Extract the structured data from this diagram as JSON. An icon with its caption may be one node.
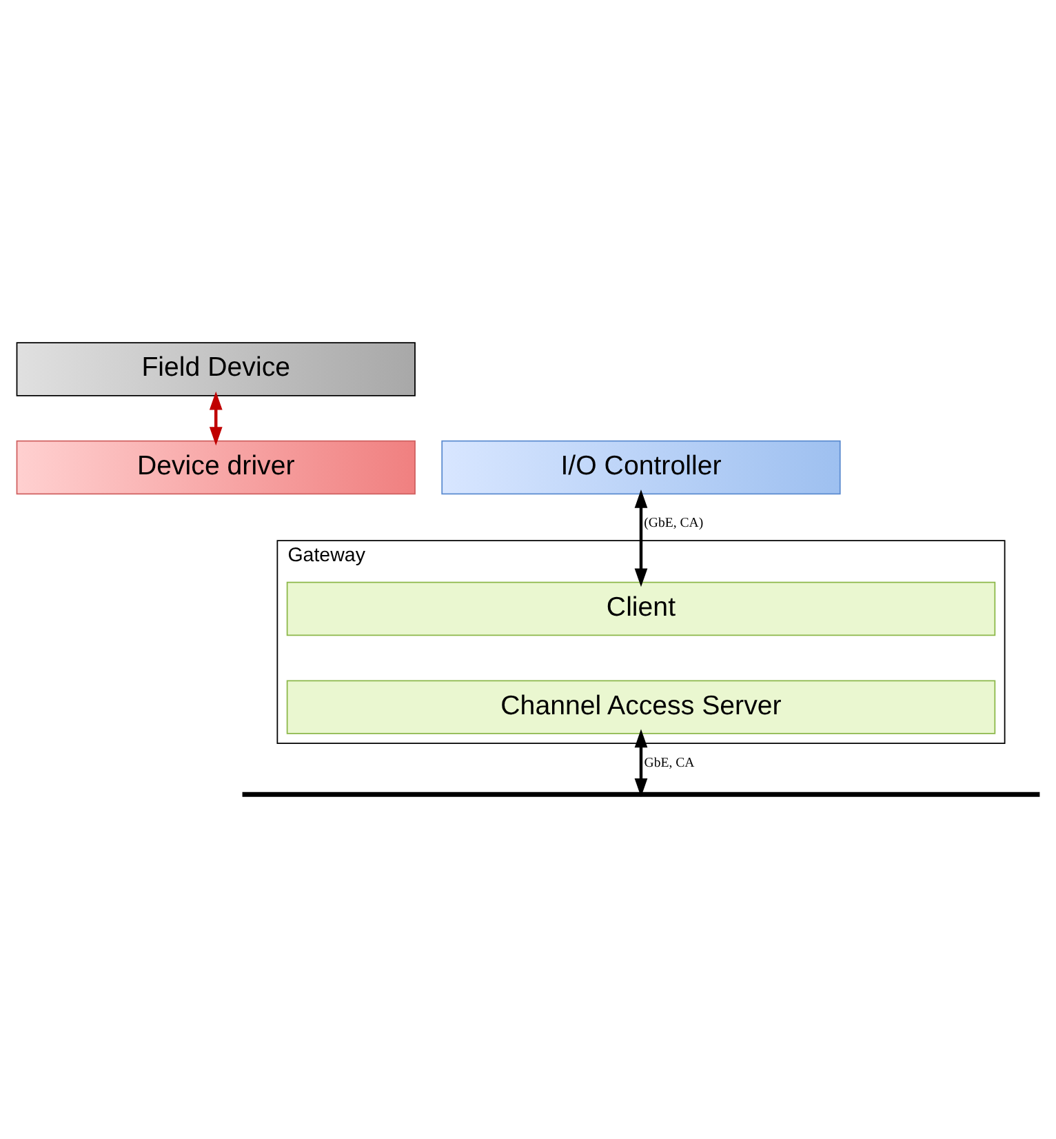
{
  "diagram": {
    "nodes": [
      {
        "text": [
          "Field Device"
        ]
      },
      {
        "text": [
          "Device driver"
        ]
      },
      {
        "text": [
          "I/O Controller"
        ]
      },
      {
        "text": [
          "Gateway"
        ]
      },
      {
        "text": [
          "Client"
        ],
        "in": 3
      },
      {
        "text": [
          "Channel Access Server"
        ],
        "in": 3
      },
      {
        "text": [],
        "shape": "bar"
      }
    ],
    "edges": [
      {
        "from": 0,
        "to": 1,
        "arrow": "both",
        "color": "#c00000"
      },
      {
        "from": 2,
        "to": 4,
        "arrow": "both",
        "label": "(GbE, CA)"
      },
      {
        "from": 5,
        "to": 6,
        "arrow": "both",
        "label": "GbE, CA"
      }
    ]
  }
}
